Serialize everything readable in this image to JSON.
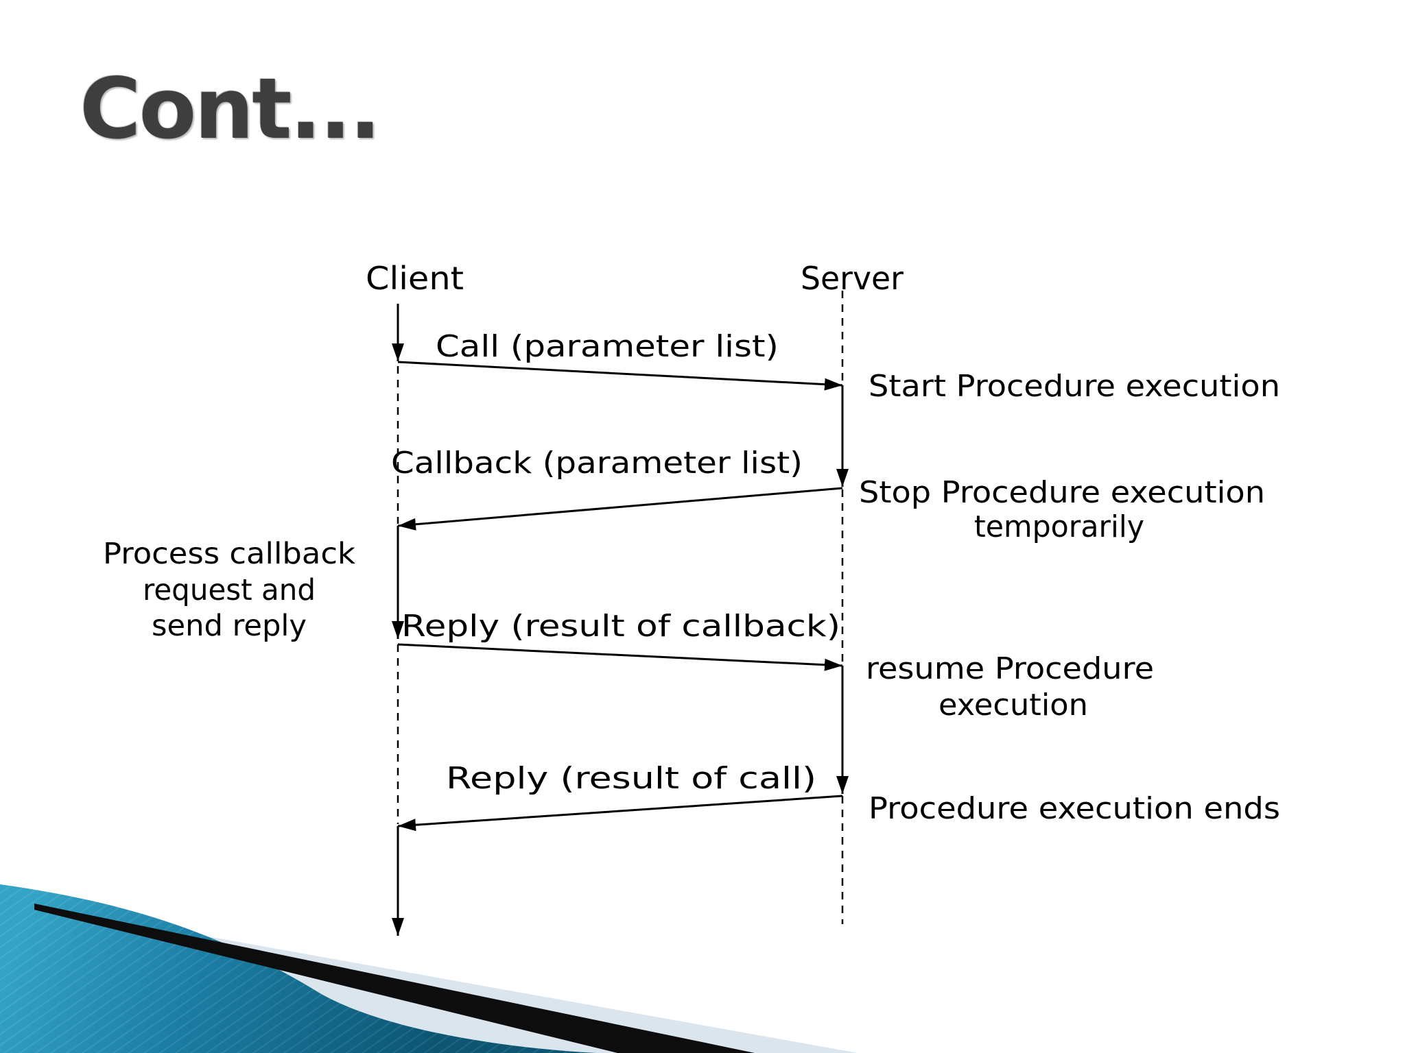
{
  "slide": {
    "title": "Cont...",
    "title_color": "#3e3e3e",
    "background": "#ffffff"
  },
  "diagram": {
    "actors": {
      "client": "Client",
      "server": "Server"
    },
    "messages": {
      "call": "Call (parameter list)",
      "callback": "Callback (parameter list)",
      "reply_callback": "Reply (result of callback)",
      "reply_call": "Reply (result of call)"
    },
    "server_annotations": {
      "start": "Start Procedure execution",
      "stop_line1": "Stop Procedure execution",
      "stop_line2": "temporarily",
      "resume_line1": "resume Procedure",
      "resume_line2": "execution",
      "ends": "Procedure execution ends"
    },
    "client_annotation": {
      "line1": "Process callback",
      "line2": "request and",
      "line3": "send reply"
    }
  },
  "decoration": {
    "teal_light": "#34a4c6",
    "teal_mid": "#1b7ca3",
    "teal_dark": "#0c5674",
    "black_stripe": "#0d0d0d",
    "pale_stripe": "#dbe5ee"
  }
}
